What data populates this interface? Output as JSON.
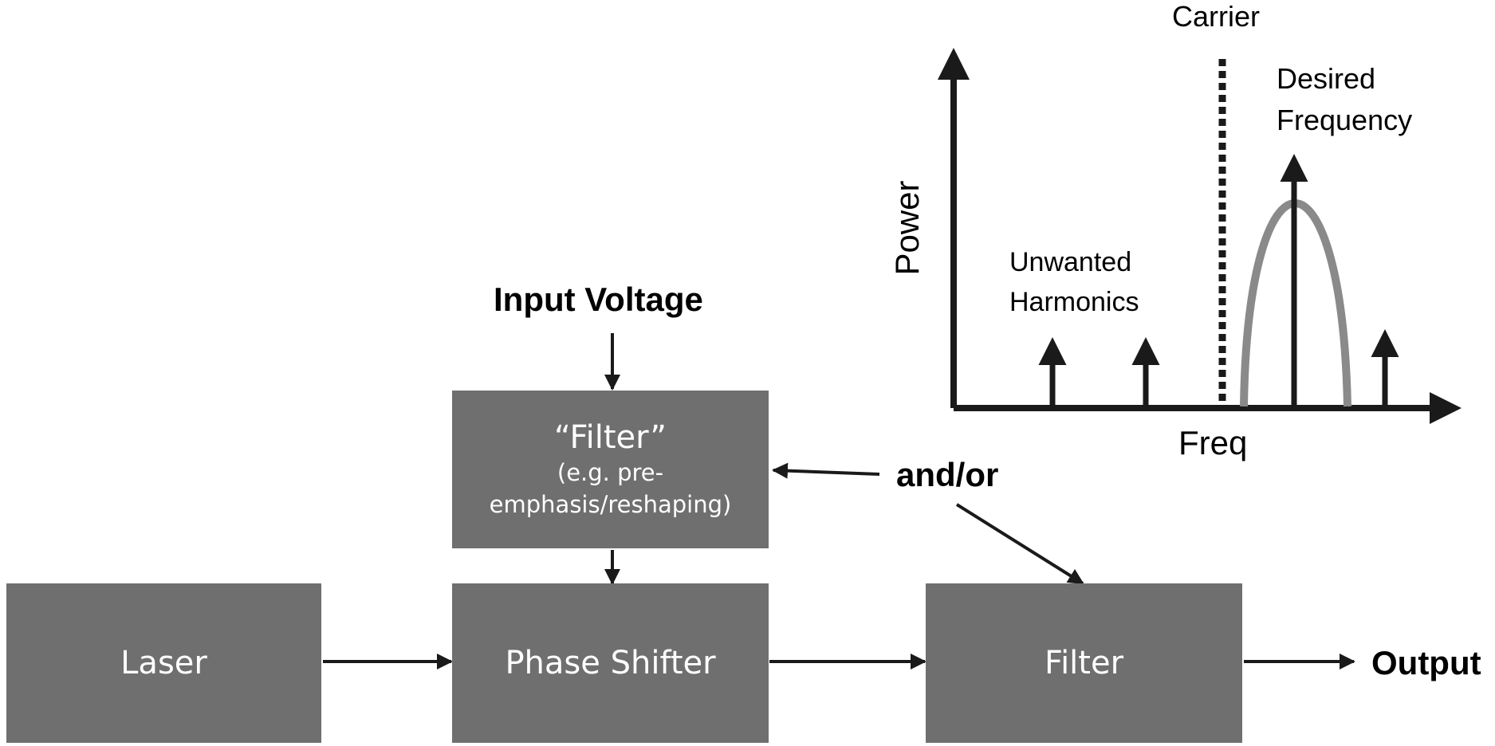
{
  "diagram": {
    "blocks": {
      "laser": "Laser",
      "phase_shifter": "Phase Shifter",
      "filter": "Filter",
      "prefilter_title": "“Filter”",
      "prefilter_sub_line1": "(e.g. pre-",
      "prefilter_sub_line2": "emphasis/reshaping)"
    },
    "labels": {
      "input_voltage": "Input Voltage",
      "and_or": "and/or",
      "output": "Output"
    },
    "spectrum": {
      "y_axis": "Power",
      "x_axis": "Freq",
      "carrier": "Carrier",
      "desired_line1": "Desired",
      "desired_line2": "Frequency",
      "unwanted_line1": "Unwanted",
      "unwanted_line2": "Harmonics"
    },
    "colors": {
      "block_fill": "#6f6f6f",
      "block_text": "#ffffff",
      "line": "#1a1a1a",
      "passband": "#8a8a8a"
    }
  }
}
